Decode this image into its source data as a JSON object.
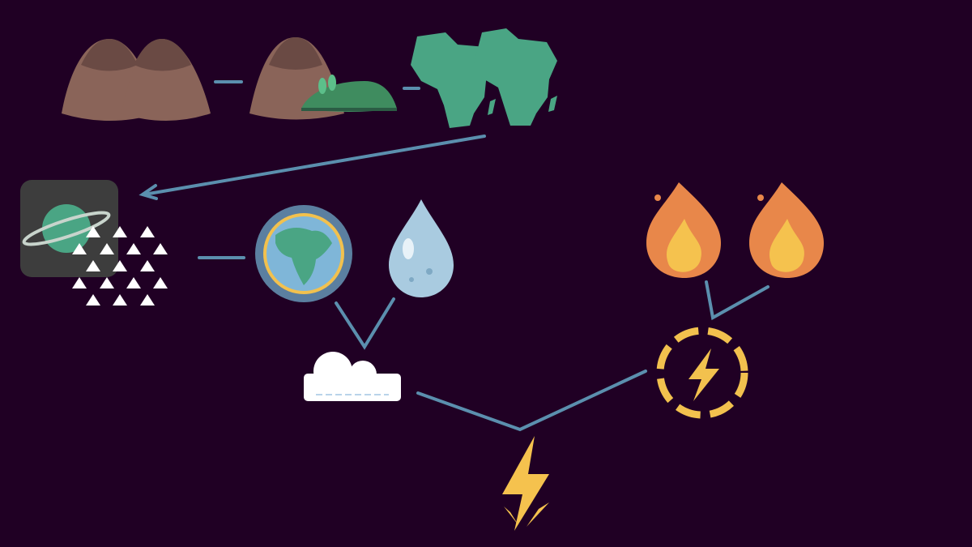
{
  "colors": {
    "background": "#200024",
    "connector": "#5b8fae",
    "mountain": "#8a6459",
    "mountain_top": "#6a4a44",
    "land_green": "#4aa584",
    "fire_orange": "#e8874a",
    "fire_yellow": "#f5c24e",
    "energy_yellow": "#f2c14e",
    "water": "#a9cbe0",
    "tile_gray": "#3d3d3d"
  },
  "elements": [
    {
      "id": "mountain-range",
      "icon": "mountain-range-icon"
    },
    {
      "id": "mountain",
      "icon": "mountain-icon"
    },
    {
      "id": "island",
      "icon": "island-icon"
    },
    {
      "id": "continent",
      "icon": "continent-icon"
    },
    {
      "id": "continent-2",
      "icon": "continent-icon"
    },
    {
      "id": "planet",
      "icon": "planet-icon"
    },
    {
      "id": "sand",
      "icon": "sand-icon"
    },
    {
      "id": "earth",
      "icon": "earth-globe-icon"
    },
    {
      "id": "water",
      "icon": "water-drop-icon"
    },
    {
      "id": "cloud",
      "icon": "cloud-icon"
    },
    {
      "id": "fire",
      "icon": "fire-icon"
    },
    {
      "id": "fire-2",
      "icon": "fire-icon"
    },
    {
      "id": "energy",
      "icon": "energy-icon"
    },
    {
      "id": "lightning",
      "icon": "lightning-icon"
    }
  ]
}
